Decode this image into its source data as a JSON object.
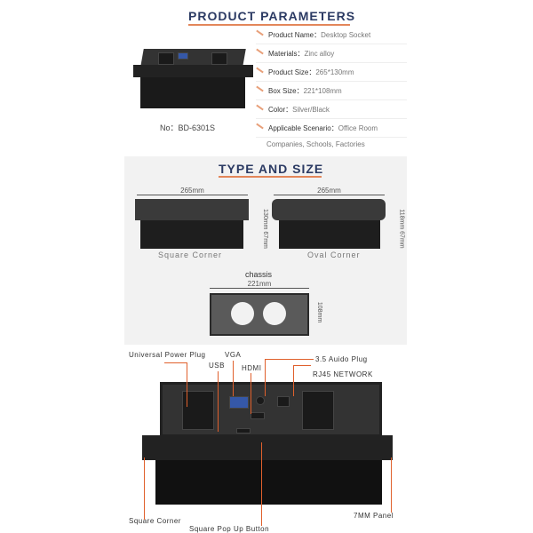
{
  "header": {
    "title": "PRODUCT PARAMETERS",
    "model": "No：BD-6301S"
  },
  "params": [
    {
      "key": "Product Name：",
      "value": "Desktop Socket"
    },
    {
      "key": "Materials：",
      "value": "Zinc alloy"
    },
    {
      "key": "Product Size：",
      "value": "265*130mm"
    },
    {
      "key": "Box Size：",
      "value": "221*108mm"
    },
    {
      "key": "Color：",
      "value": "Silver/Black"
    },
    {
      "key": "Applicable Scenario：",
      "value": "Office Room"
    }
  ],
  "params_extra": "Companies, Schools, Factories",
  "type_size": {
    "title": "TYPE AND SIZE",
    "square_width": "265mm",
    "square_height": "130mm 67mm",
    "oval_width": "265mm",
    "oval_height": "118mm 67mm",
    "square_label": "Square Corner",
    "oval_label": "Oval Corner",
    "chassis": "chassis",
    "chassis_width": "221mm",
    "chassis_height": "108mm"
  },
  "callouts": {
    "power": "Universal Power Plug",
    "vga": "VGA",
    "usb": "USB",
    "hdmi": "HDMI",
    "audio": "3.5 Auido Plug",
    "rj45": "RJ45 NETWORK",
    "square_corner": "Square Corner",
    "popup": "Square Pop Up Button",
    "panel": "7MM Panel"
  }
}
